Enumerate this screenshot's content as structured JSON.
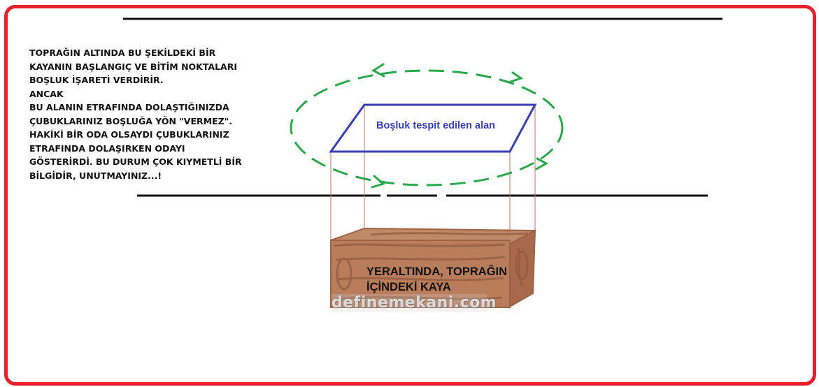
{
  "note": {
    "text": "TOPRAĞIN ALTINDA BU ŞEKİLDEKİ BİR\nKAYANIN BAŞLANGIÇ VE BİTİM NOKTALARI\nBOŞLUK İŞARETİ VERDİRİR.\nANCAK\nBU ALANIN ETRAFINDA DOLAŞTIĞINIZDA\nÇUBUKLARINIZ BOŞLUĞA YÖN \"VERMEZ\".\nHAKİKİ BİR ODA OLSAYDI ÇUBUKLARINIZ\nETRAFINDA DOLAŞIRKEN ODAYI\nGÖSTERİRDİ. BU DURUM ÇOK KIYMETLİ BİR\nBİLGİDİR, UNUTMAYINIZ...!"
  },
  "diagram": {
    "area_label": "Boşluk tespit edilen alan",
    "rock_label": "YERALTINDA, TOPRAĞIN\nİÇİNDEKİ KAYA",
    "watermark": "definemekani.com"
  },
  "colors": {
    "frame": "#e8202a",
    "ellipse": "#2aa84a",
    "area_outline": "#3a3fb5",
    "rock": "#b57a58",
    "guide_lines": "#b07a60",
    "ground_line": "#111111"
  }
}
